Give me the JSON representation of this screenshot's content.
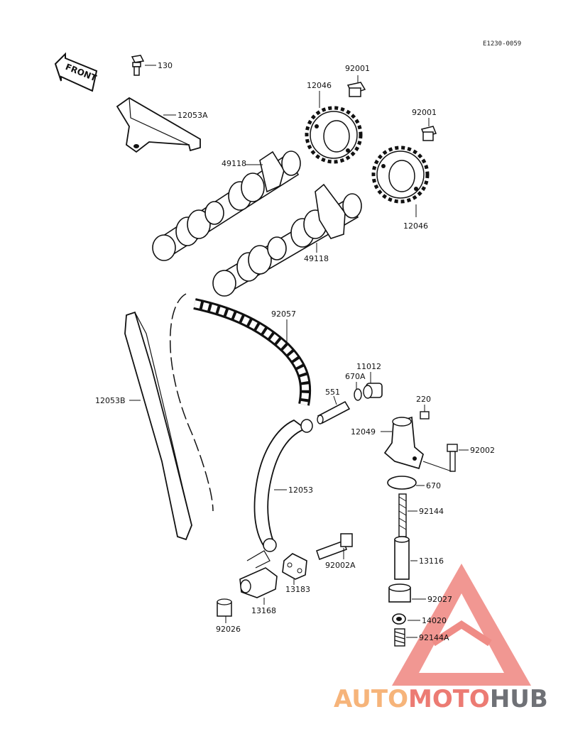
{
  "diagram": {
    "ref_code": "E1230-0059",
    "front_label": "FRONT",
    "labels": {
      "p130": "130",
      "p12053A": "12053A",
      "p92001a": "92001",
      "p12046a": "12046",
      "p92001b": "92001",
      "p49118a": "49118",
      "p12046b": "12046",
      "p49118b": "49118",
      "p92057": "92057",
      "p12053B": "12053B",
      "p11012": "11012",
      "p670A": "670A",
      "p551": "551",
      "p220": "220",
      "p12049": "12049",
      "p92002": "92002",
      "p670": "670",
      "p12053": "12053",
      "p92144": "92144",
      "p13116": "13116",
      "p92002A": "92002A",
      "p13183": "13183",
      "p92027": "92027",
      "p13168": "13168",
      "p14020": "14020",
      "p92144A": "92144A",
      "p92026": "92026"
    }
  },
  "watermark": {
    "part1": "AUTO",
    "part2": "MOTO",
    "part3": "HUB",
    "colors": {
      "auto": "#f6b47a",
      "moto": "#ec7b73",
      "hub": "#6f7176",
      "triangle": "#ef8c86"
    }
  }
}
